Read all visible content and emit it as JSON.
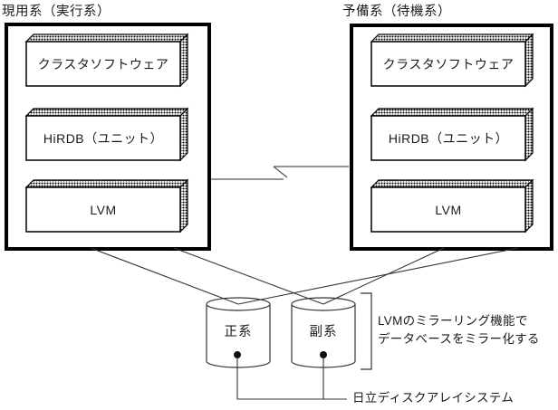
{
  "systems": {
    "active": {
      "title": "現用系（実行系）",
      "layers": [
        "クラスタソフトウェア",
        "HiRDB（ユニット）",
        "LVM"
      ]
    },
    "standby": {
      "title": "予備系（待機系）",
      "layers": [
        "クラスタソフトウェア",
        "HiRDB（ユニット）",
        "LVM"
      ]
    }
  },
  "disks": {
    "primary": "正系",
    "secondary": "副系"
  },
  "annotations": {
    "mirroring_line1": "LVMのミラーリング機能で",
    "mirroring_line2": "データベースをミラー化する",
    "disk_array": "日立ディスクアレイシステム"
  },
  "colors": {
    "line": "#000000",
    "background": "#ffffff",
    "face_fill": "#ffffff"
  }
}
